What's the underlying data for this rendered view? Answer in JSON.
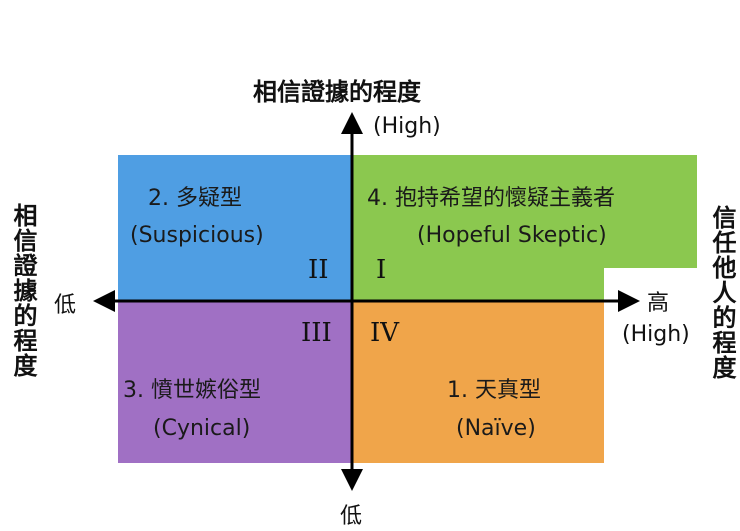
{
  "diagram": {
    "type": "quadrant",
    "y_axis": {
      "title": "相信證據的程度",
      "high_label": "(High)",
      "low_label": "低"
    },
    "x_axis": {
      "title": "信任他人的程度",
      "high_label": "高",
      "high_label_en": "(High)",
      "low_label": "低"
    },
    "left_title": "相信證據的程度",
    "quadrants": [
      {
        "roman": "I",
        "name": "4. 抱持希望的懷疑主義者",
        "name_en": "(Hopeful Skeptic)",
        "color": "#8bc84f"
      },
      {
        "roman": "II",
        "name": "2. 多疑型",
        "name_en": "(Suspicious)",
        "color": "#4f9ee3"
      },
      {
        "roman": "III",
        "name": "3. 憤世嫉俗型",
        "name_en": "(Cynical)",
        "color": "#a070c4"
      },
      {
        "roman": "IV",
        "name": "1. 天真型",
        "name_en": "(Naïve)",
        "color": "#f0a54a"
      }
    ]
  }
}
